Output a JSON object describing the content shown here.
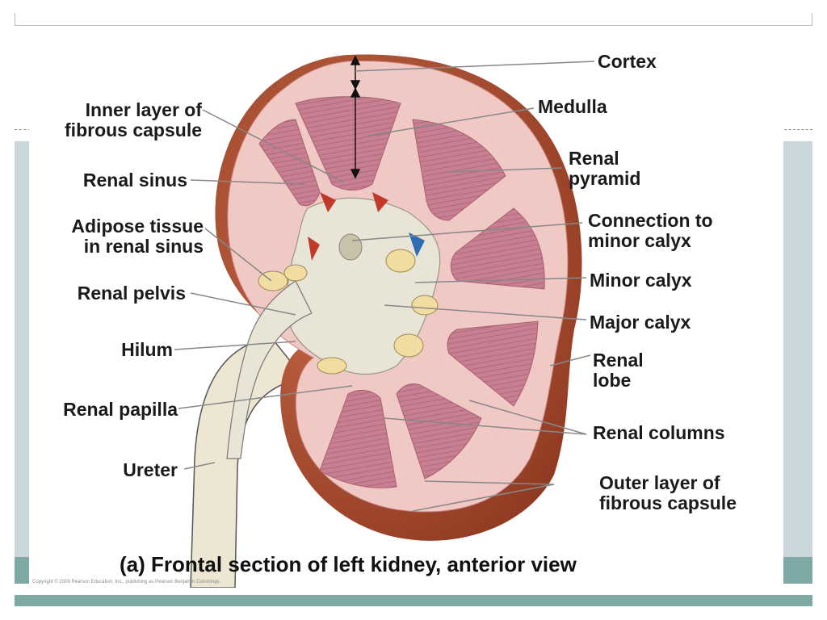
{
  "labels": {
    "cortex": "Cortex",
    "medulla": "Medulla",
    "renal_pyramid": "Renal\npyramid",
    "connection_minor_calyx": "Connection to\nminor calyx",
    "minor_calyx": "Minor calyx",
    "major_calyx": "Major calyx",
    "renal_lobe": "Renal\nlobe",
    "renal_columns": "Renal columns",
    "outer_layer": "Outer layer of\nfibrous capsule",
    "inner_layer": "Inner layer of\nfibrous capsule",
    "renal_sinus": "Renal sinus",
    "adipose_tissue": "Adipose tissue\nin renal sinus",
    "renal_pelvis": "Renal pelvis",
    "hilum": "Hilum",
    "renal_papilla": "Renal papilla",
    "ureter": "Ureter"
  },
  "caption": "(a) Frontal section of left kidney, anterior view",
  "copyright": "Copyright © 2009 Pearson Education, Inc., publishing as Pearson Benjamin Cummings.",
  "colors": {
    "capsule": "#a9462a",
    "cortex": "#f0c9c4",
    "pyramid": "#c97f92",
    "sinus": "#e9e5d6",
    "fat": "#f1dca2",
    "frame_band": "#c9d7da",
    "frame_dark": "#7fa9a6"
  }
}
